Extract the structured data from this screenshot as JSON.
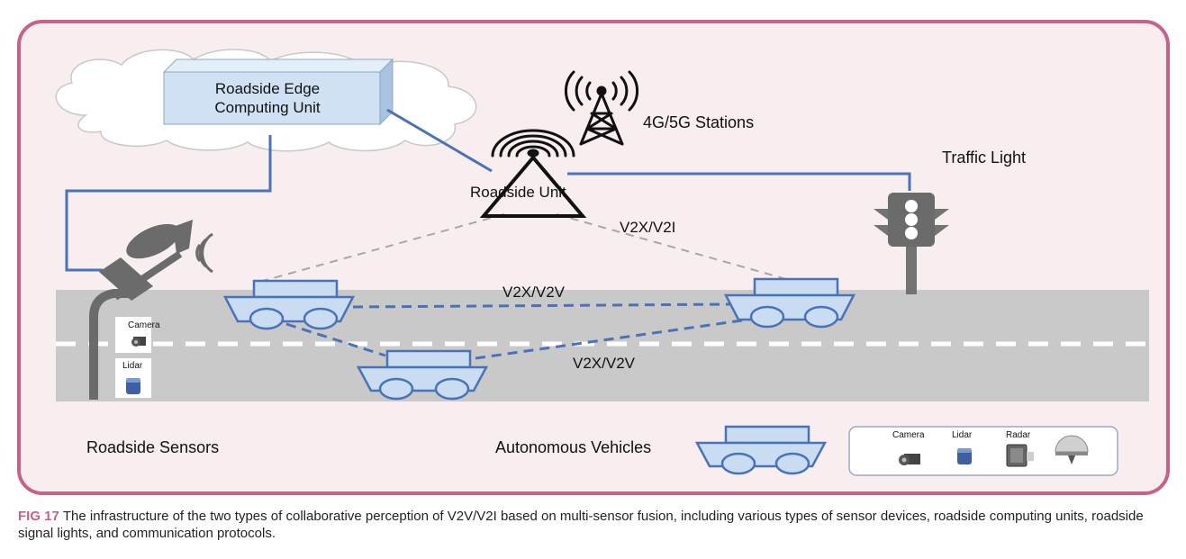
{
  "labels": {
    "edge_unit_line1": "Roadside Edge",
    "edge_unit_line2": "Computing Unit",
    "stations": "4G/5G Stations",
    "roadside_unit": "Roadside Unit",
    "traffic_light": "Traffic Light",
    "v2x_v2i": "V2X/V2I",
    "v2x_v2v_top": "V2X/V2V",
    "v2x_v2v_bottom": "V2X/V2V",
    "roadside_sensors": "Roadside Sensors",
    "autonomous_vehicles": "Autonomous Vehicles",
    "road_camera": "Camera",
    "road_lidar": "Lidar",
    "legend_camera": "Camera",
    "legend_lidar": "Lidar",
    "legend_radar": "Radar"
  },
  "caption": {
    "fig_label": "FIG 17",
    "text": "The infrastructure of the two types of collaborative perception of V2V/V2I based on multi-sensor fusion, including various types of sensor devices, roadside computing units, roadside signal lights, and communication protocols."
  },
  "colors": {
    "frame_border": "#c6628a",
    "frame_fill": "#f8eeef",
    "road": "#c9c9c9",
    "link_blue": "#4a72b8",
    "vehicle_fill": "#c9dcf1",
    "vehicle_stroke": "#4a72b8",
    "edge_unit_fill": "#cfe1f3",
    "icon_gray": "#6b6b6b"
  },
  "icons": [
    "cloud-icon",
    "radio-tower-icon",
    "roadside-unit-icon",
    "traffic-light-icon",
    "car-icon",
    "camera-icon",
    "lidar-icon",
    "radar-icon",
    "gps-antenna-icon"
  ]
}
